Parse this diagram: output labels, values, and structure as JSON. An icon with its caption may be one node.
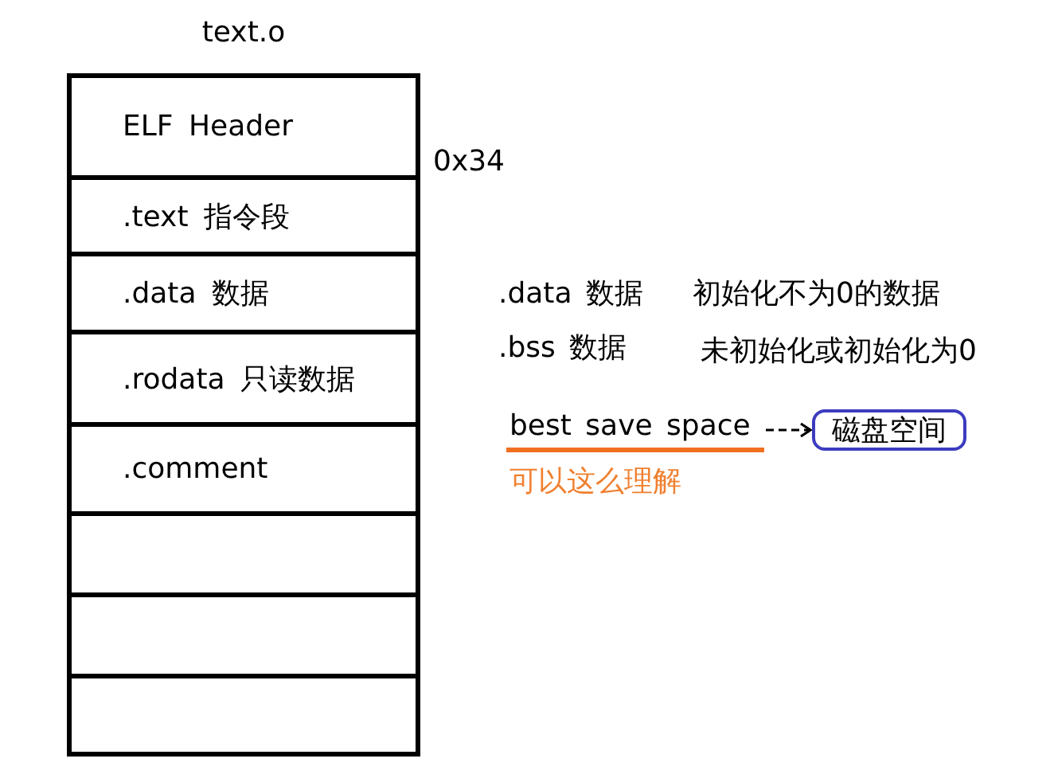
{
  "diagram": {
    "nodes": [
      {
        "text": [
          "text.o"
        ]
      },
      {
        "text": [
          "ELF Header"
        ],
        "in": 0
      },
      {
        "text": [
          ".text 指令段"
        ],
        "in": 0
      },
      {
        "text": [
          ".data 数据"
        ],
        "in": 0
      },
      {
        "text": [
          ".rodata 只读数据"
        ],
        "in": 0
      },
      {
        "text": [
          ".comment"
        ],
        "in": 0
      },
      {
        "text": [],
        "shape": "box",
        "in": 0
      },
      {
        "text": [],
        "shape": "box",
        "in": 0
      },
      {
        "text": [],
        "shape": "box",
        "in": 0
      },
      {
        "text": [
          "best save space"
        ]
      },
      {
        "text": [
          "磁盘空间"
        ]
      }
    ],
    "edges": [
      {
        "from": 9,
        "to": 10,
        "arrow": "to",
        "style": "dashed"
      }
    ],
    "labels": [
      "0x34",
      ".data 数据",
      "初始化不为0的数据",
      ".bss 数据",
      "未初始化或初始化为0",
      "可以这么理解"
    ]
  }
}
